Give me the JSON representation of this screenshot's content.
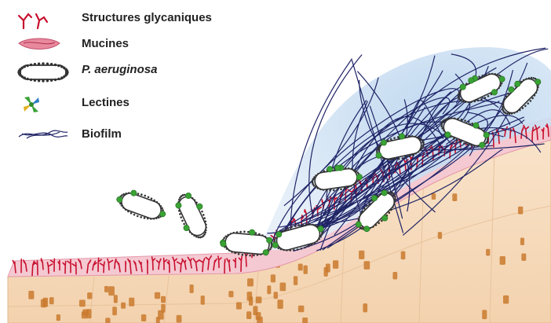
{
  "legend": [
    {
      "key": "glycan",
      "label": "Structures glycaniques",
      "italic": false,
      "icon": "glycan-structure-icon"
    },
    {
      "key": "mucin",
      "label": "Mucines",
      "italic": false,
      "icon": "mucin-icon"
    },
    {
      "key": "bacteria",
      "label": "P. aeruginosa",
      "italic": true,
      "icon": "bacterium-icon"
    },
    {
      "key": "lectin",
      "label": "Lectines",
      "italic": false,
      "icon": "lectin-icon"
    },
    {
      "key": "biofilm",
      "label": "Biofilm",
      "italic": false,
      "icon": "biofilm-icon"
    }
  ],
  "colors": {
    "glycan": "#c8102e",
    "mucin": "#e8899e",
    "mucin_layer": "#f4c9d2",
    "epithelium": "#f6dcbf",
    "nucleus": "#c97a2e",
    "biofilm_matrix": "#cfe1f2",
    "biofilm_fiber": "#1f2466",
    "lectin": "#3aa335",
    "bacterium_fill": "#ffffff",
    "bacterium_outline": "#333333"
  }
}
